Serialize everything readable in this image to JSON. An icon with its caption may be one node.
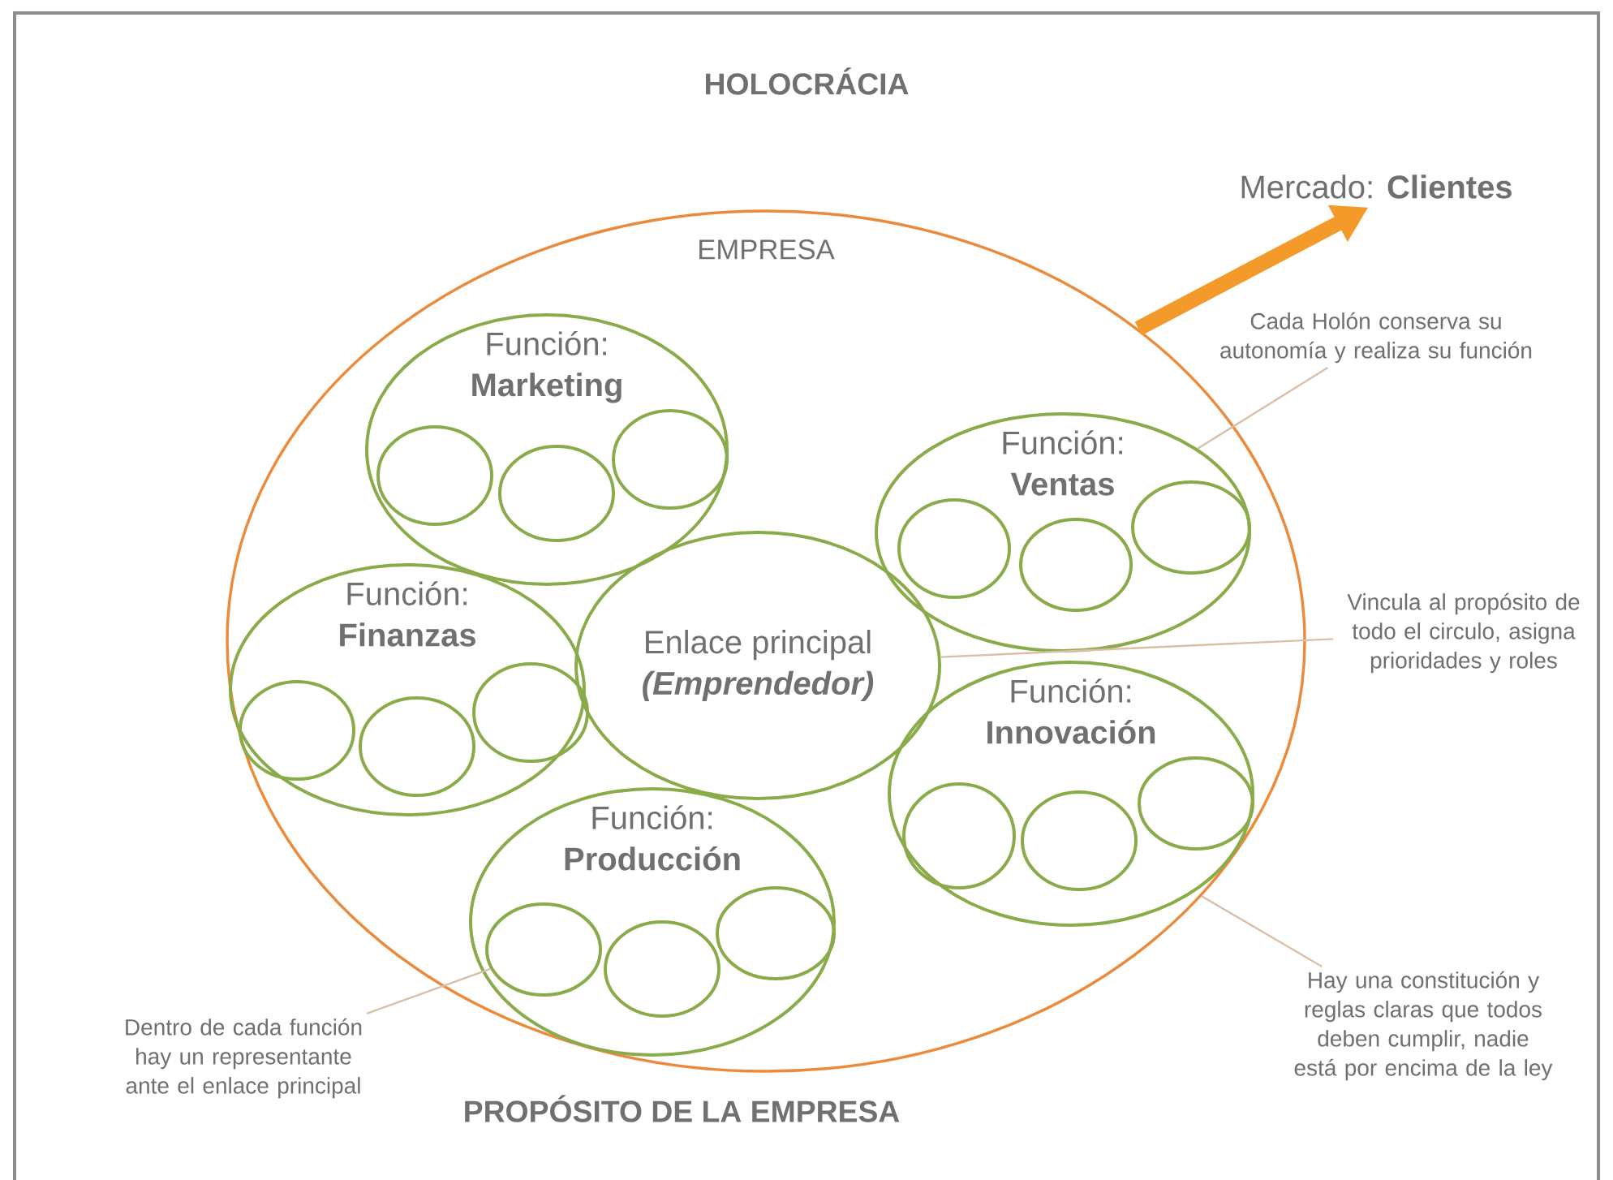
{
  "diagram": {
    "title": "HOLOCRÁCIA",
    "nodes": [
      {
        "text": [
          "EMPRESA"
        ]
      },
      {
        "text": [
          "Función: **Marketing**"
        ],
        "in": 0
      },
      {
        "text": [],
        "shape": "circle",
        "in": 1
      },
      {
        "text": [],
        "shape": "circle",
        "in": 1
      },
      {
        "text": [],
        "shape": "circle",
        "in": 1
      },
      {
        "text": [
          "Función: **Ventas**"
        ],
        "in": 0
      },
      {
        "text": [],
        "shape": "circle",
        "in": 5
      },
      {
        "text": [],
        "shape": "circle",
        "in": 5
      },
      {
        "text": [],
        "shape": "circle",
        "in": 5
      },
      {
        "text": [
          "Función: **Finanzas**"
        ],
        "in": 0
      },
      {
        "text": [],
        "shape": "circle",
        "in": 9
      },
      {
        "text": [],
        "shape": "circle",
        "in": 9
      },
      {
        "text": [],
        "shape": "circle",
        "in": 9
      },
      {
        "text": [
          "Enlace principal",
          "(Emprendedor)"
        ],
        "in": 0
      },
      {
        "text": [
          "Función: **Innovación**"
        ],
        "in": 0
      },
      {
        "text": [],
        "shape": "circle",
        "in": 14
      },
      {
        "text": [],
        "shape": "circle",
        "in": 14
      },
      {
        "text": [],
        "shape": "circle",
        "in": 14
      },
      {
        "text": [
          "Función: **Producción**"
        ],
        "in": 0
      },
      {
        "text": [],
        "shape": "circle",
        "in": 18
      },
      {
        "text": [],
        "shape": "circle",
        "in": 18
      },
      {
        "text": [],
        "shape": "circle",
        "in": 18
      },
      {
        "text": [
          "Mercado: **Clientes**"
        ]
      },
      {
        "text": [
          "Cada Holón conserva su autonomía y realiza su función"
        ]
      },
      {
        "text": [
          "Vincula al propósito de todo el circulo, asigna prioridades y roles"
        ]
      },
      {
        "text": [
          "Hay una constitución y reglas claras que todos deben cumplir, nadie está por encima de la ley"
        ]
      },
      {
        "text": [
          "Dentro de cada función hay un representante ante el enlace principal"
        ]
      }
    ],
    "edges": [
      {
        "from": 0,
        "to": 22,
        "arrow": "to",
        "style": "thick",
        "color": "#f39a2b"
      },
      {
        "from": 23,
        "to": 5,
        "arrow": "none"
      },
      {
        "from": 24,
        "to": 13,
        "arrow": "none"
      },
      {
        "from": 25,
        "to": 0,
        "arrow": "none"
      },
      {
        "from": 26,
        "to": 19,
        "arrow": "none"
      }
    ],
    "labels": [
      "PROPÓSITO DE LA EMPRESA"
    ]
  }
}
